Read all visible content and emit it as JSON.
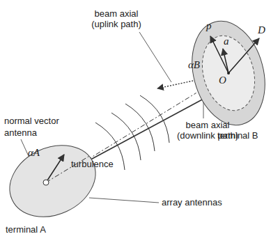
{
  "diagram": {
    "nodes": [
      {
        "text": [
          "terminal A"
        ]
      },
      {
        "text": [
          "terminal B"
        ]
      }
    ],
    "edges": [
      {
        "from": 0,
        "to": 1,
        "arrow": "none"
      }
    ],
    "labels": [
      "beam axial (uplink path)",
      "αB",
      "p",
      "a",
      "D",
      "O",
      "normal vector",
      "antenna",
      "αA",
      "turbulence",
      "array antennas",
      "beam axial (downlink path)"
    ]
  }
}
